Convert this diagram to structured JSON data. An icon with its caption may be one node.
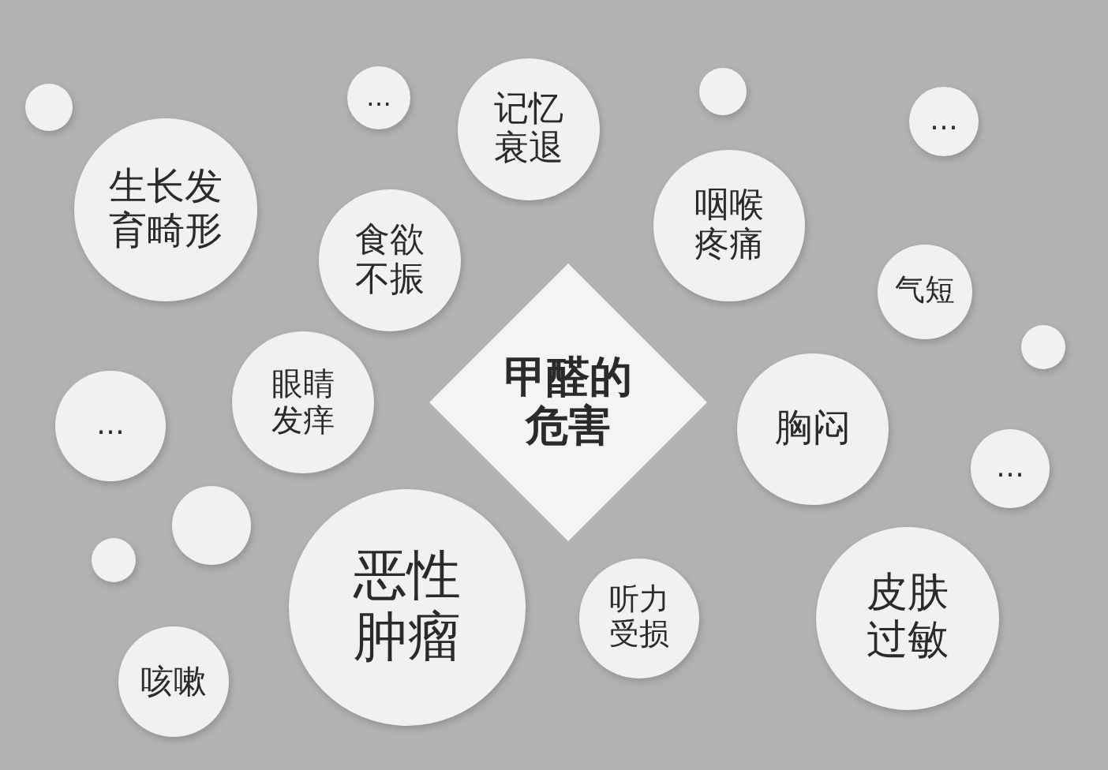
{
  "diagram": {
    "nodes": [
      {
        "text": [],
        "shape": "circle"
      },
      {
        "text": [
          "…"
        ]
      },
      {
        "text": [
          "记忆衰退"
        ]
      },
      {
        "text": [],
        "shape": "circle"
      },
      {
        "text": [
          "…"
        ]
      },
      {
        "text": [
          "生长发育畸形"
        ]
      },
      {
        "text": [
          "食欲不振"
        ]
      },
      {
        "text": [
          "咽喉疼痛"
        ]
      },
      {
        "text": [
          "气短"
        ]
      },
      {
        "text": [],
        "shape": "circle"
      },
      {
        "text": [
          "眼睛发痒"
        ]
      },
      {
        "text": [
          "甲醛的危害"
        ]
      },
      {
        "text": [
          "…"
        ]
      },
      {
        "text": [
          "胸闷"
        ]
      },
      {
        "text": [
          "…"
        ]
      },
      {
        "text": [],
        "shape": "circle"
      },
      {
        "text": [],
        "shape": "circle"
      },
      {
        "text": [
          "恶性肿瘤"
        ]
      },
      {
        "text": [
          "听力受损"
        ]
      },
      {
        "text": [
          "皮肤过敏"
        ]
      },
      {
        "text": [
          "咳嗽"
        ]
      }
    ]
  }
}
